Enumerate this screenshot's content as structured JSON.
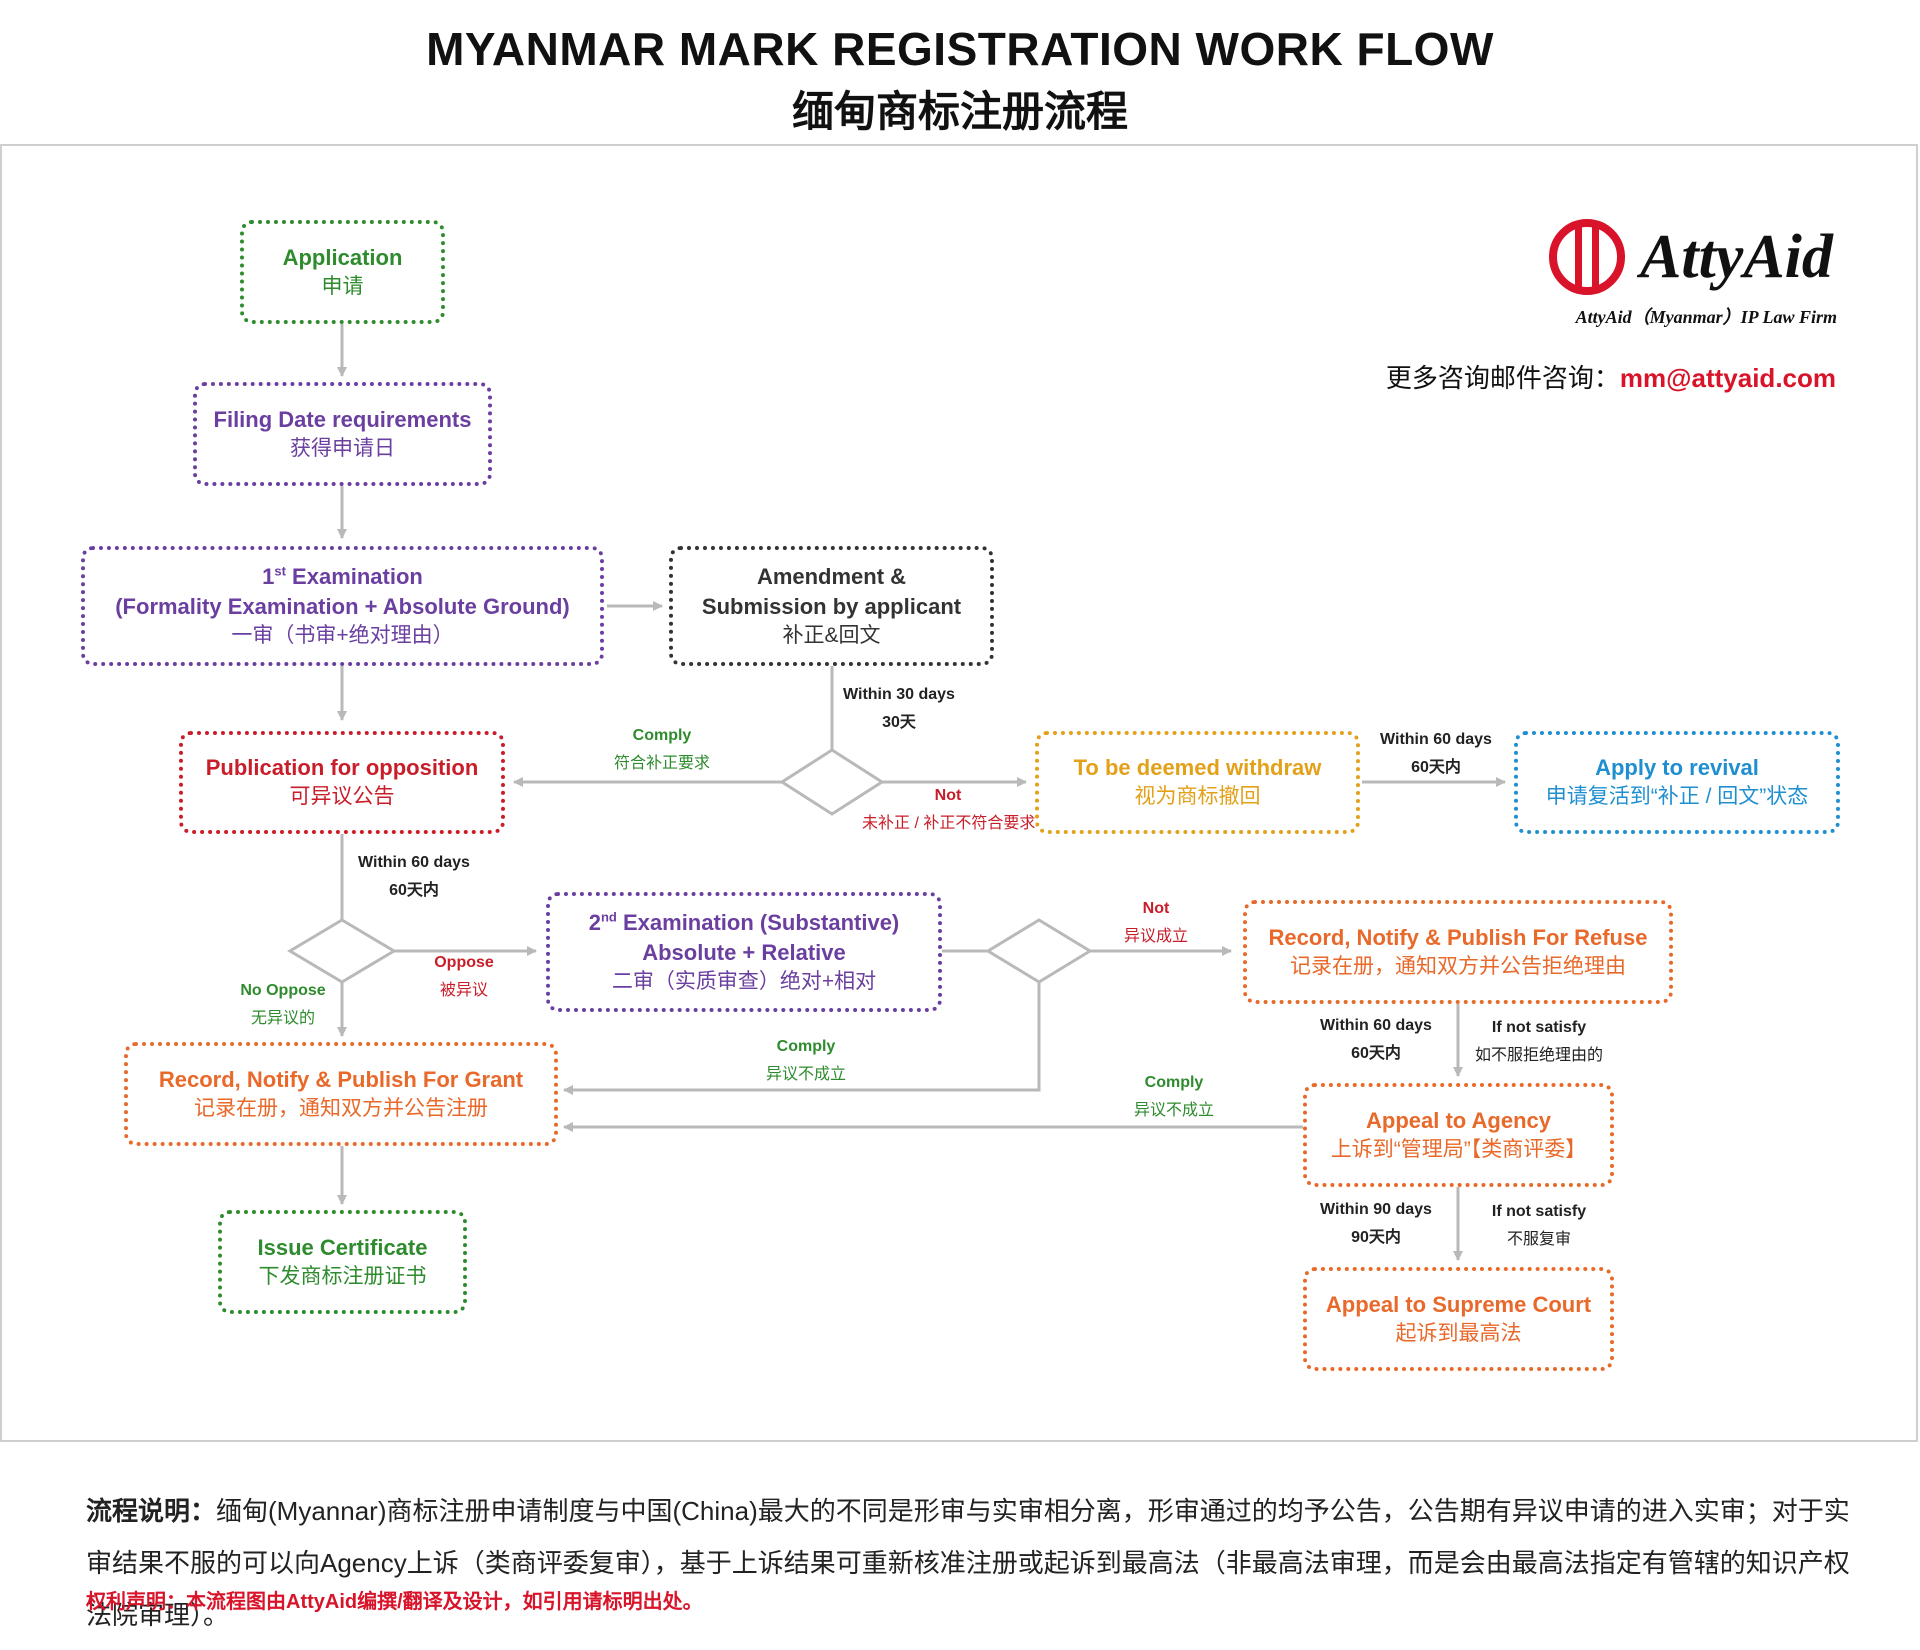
{
  "header": {
    "title": "MYANMAR MARK REGISTRATION WORK FLOW",
    "subtitle": "缅甸商标注册流程"
  },
  "logo": {
    "name": "AttyAid",
    "subtitle": "AttyAid（Myanmar）IP Law Firm"
  },
  "contact": {
    "label": "更多咨询邮件咨询：",
    "email": "mm@attyaid.com"
  },
  "colors": {
    "green": "#2e8b2e",
    "purple": "#6a3fa0",
    "dark": "#333333",
    "red": "#c81e2a",
    "yellow": "#e3a11a",
    "blue": "#1f8fd0",
    "orange": "#e8692a",
    "connector": "#b9b9b9"
  },
  "nodes": {
    "application": {
      "en": "Application",
      "zh": "申请"
    },
    "filing": {
      "en": "Filing Date requirements",
      "zh": "获得申请日"
    },
    "exam1": {
      "en_sup": "st",
      "en_num": "1",
      "en_rest": " Examination",
      "en2": "(Formality Examination + Absolute Ground)",
      "zh": "一审（书审+绝对理由）"
    },
    "amendment": {
      "en": "Amendment &",
      "en2": "Submission by applicant",
      "zh": "补正&回文"
    },
    "publication": {
      "en": "Publication for opposition",
      "zh": "可异议公告"
    },
    "withdraw": {
      "en": "To be deemed withdraw",
      "zh": "视为商标撤回"
    },
    "revival": {
      "en": "Apply to revival",
      "zh": "申请复活到“补正 / 回文”状态"
    },
    "exam2": {
      "en_num": "2",
      "en_sup": "nd",
      "en_rest": " Examination (Substantive)",
      "en2": "Absolute + Relative",
      "zh": "二审（实质审查）绝对+相对"
    },
    "refuse": {
      "en": "Record, Notify & Publish For Refuse",
      "zh": "记录在册，通知双方并公告拒绝理由"
    },
    "grant": {
      "en": "Record, Notify & Publish For Grant",
      "zh": "记录在册，通知双方并公告注册"
    },
    "agency": {
      "en": "Appeal to Agency",
      "zh": "上诉到“管理局”【类商评委】"
    },
    "certificate": {
      "en": "Issue Certificate",
      "zh": "下发商标注册证书"
    },
    "supreme": {
      "en": "Appeal to Supreme Court",
      "zh": "起诉到最高法"
    }
  },
  "edge_labels": {
    "within30": {
      "en": "Within 30 days",
      "zh": "30天"
    },
    "comply1": {
      "en": "Comply",
      "zh": "符合补正要求"
    },
    "not1": {
      "en": "Not",
      "zh": "未补正 / 补正不符合要求"
    },
    "within60_revival": {
      "en": "Within 60 days",
      "zh": "60天内"
    },
    "within60_pub": {
      "en": "Within 60 days",
      "zh": "60天内"
    },
    "no_oppose": {
      "en": "No Oppose",
      "zh": "无异议的"
    },
    "oppose": {
      "en": "Oppose",
      "zh": "被异议"
    },
    "not2": {
      "en": "Not",
      "zh": "异议成立"
    },
    "comply2": {
      "en": "Comply",
      "zh": "异议不成立"
    },
    "comply3": {
      "en": "Comply",
      "zh": "异议不成立"
    },
    "within60_refuse": {
      "en": "Within 60 days",
      "zh": "60天内"
    },
    "ifnot1": {
      "en": "If not satisfy",
      "zh": "如不服拒绝理由的"
    },
    "within90": {
      "en": "Within 90 days",
      "zh": "90天内"
    },
    "ifnot2": {
      "en": "If not satisfy",
      "zh": "不服复审"
    }
  },
  "notes": {
    "label": "流程说明：",
    "text": "缅甸(Myannar)商标注册申请制度与中国(China)最大的不同是形审与实审相分离，形审通过的均予公告，公告期有异议申请的进入实审；对于实审结果不服的可以向Agency上诉（类商评委复审），基于上诉结果可重新核准注册或起诉到最高法（非最高法审理，而是会由最高法指定有管辖的知识产权法院审理）。"
  },
  "copyright": "权利声明：本流程图由AttyAid编撰/翻译及设计，如引用请标明出处。"
}
